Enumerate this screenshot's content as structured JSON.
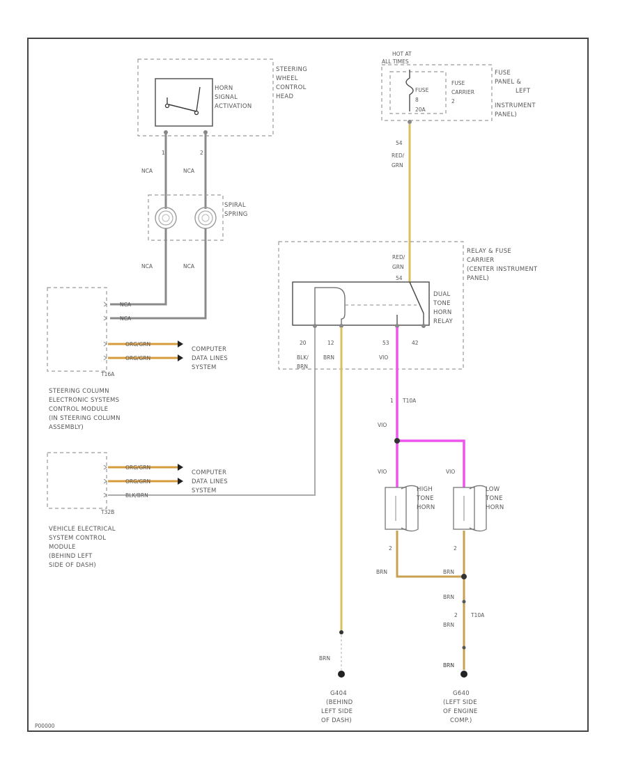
{
  "diagram_id": "P00000",
  "colors": {
    "grey_wire": "#8a8a8a",
    "yellow_wire": "#d8c060",
    "brown_wire": "#c8a050",
    "pink_wire": "#ee55ee",
    "orange_wire": "#d89b3c"
  },
  "horn_switch": {
    "label_lines": [
      "HORN",
      "SIGNAL",
      "ACTIVATION"
    ],
    "box_label_lines": [
      "STEERING",
      "WHEEL",
      "CONTROL",
      "HEAD"
    ],
    "pin1": "1",
    "pin2": "2",
    "wire1": "NCA",
    "wire2": "NCA"
  },
  "spiral_spring": {
    "label_lines": [
      "SPIRAL",
      "SPRING"
    ],
    "wire1": "NCA",
    "wire2": "NCA"
  },
  "fuse_panel": {
    "hot_lines": [
      "HOT AT",
      "ALL TIMES"
    ],
    "fuse_lines": [
      "FUSE",
      "8",
      "20A"
    ],
    "carrier_lines": [
      "FUSE",
      "CARRIER"
    ],
    "carrier_pin": "2",
    "panel_lines": [
      "FUSE",
      "PANEL &",
      "LEFT",
      "INSTRUMENT",
      "PANEL)"
    ],
    "pin": "54",
    "wire_lines": [
      "RED/",
      "GRN"
    ]
  },
  "relay": {
    "carrier_label_lines": [
      "RELAY & FUSE",
      "CARRIER",
      "(CENTER INSTRUMENT",
      "PANEL)"
    ],
    "relay_label_lines": [
      "DUAL",
      "TONE",
      "HORN",
      "RELAY"
    ],
    "in_wire_lines": [
      "RED/",
      "GRN"
    ],
    "in_pin": "54",
    "pins": [
      "20",
      "12",
      "53",
      "42"
    ],
    "pin20_wire_lines": [
      "BLK/",
      "BRN"
    ],
    "pin12_wire": "BRN",
    "pin53_wire": "VIO"
  },
  "column_module": {
    "connector": "T16A",
    "label_lines": [
      "STEERING COLUMN",
      "ELECTRONIC SYSTEMS",
      "CONTROL MODULE",
      "(IN STEERING COLUMN",
      "ASSEMBLY)"
    ],
    "wires": [
      "NCA",
      "NCA",
      "ORG/GRN",
      "ORG/GRN"
    ],
    "data_lines": [
      "COMPUTER",
      "DATA LINES",
      "SYSTEM"
    ]
  },
  "vehicle_module": {
    "connector": "T32B",
    "label_lines": [
      "VEHICLE ELECTRICAL",
      "SYSTEM CONTROL",
      "MODULE",
      "(BEHIND LEFT",
      "SIDE OF DASH)"
    ],
    "wires": [
      "ORG/GRN",
      "ORG/GRN",
      "BLK/BRN"
    ],
    "data_lines": [
      "COMPUTER",
      "DATA LINES",
      "SYSTEM"
    ]
  },
  "horns": {
    "splice_lines": [
      "1",
      "T10A"
    ],
    "vio_top": "VIO",
    "vio_left": "VIO",
    "vio_right": "VIO",
    "high_lines": [
      "HIGH",
      "TONE",
      "HORN"
    ],
    "low_lines": [
      "LOW",
      "TONE",
      "HORN"
    ],
    "high_pin": "2",
    "low_pin": "2",
    "brn_left": "BRN",
    "brn_right": "BRN",
    "brn_down": "BRN",
    "t10a_lines": [
      "2",
      "T10A"
    ],
    "brn_down2": "BRN",
    "brn_end": "BRN"
  },
  "grounds": {
    "left_wire": "BRN",
    "left_label_lines": [
      "G404",
      "(BEHIND",
      "LEFT SIDE",
      "OF DASH)"
    ],
    "right_wire": "BRN",
    "right_label_lines": [
      "G640",
      "(LEFT SIDE",
      "OF ENGINE",
      "COMP.)"
    ]
  }
}
